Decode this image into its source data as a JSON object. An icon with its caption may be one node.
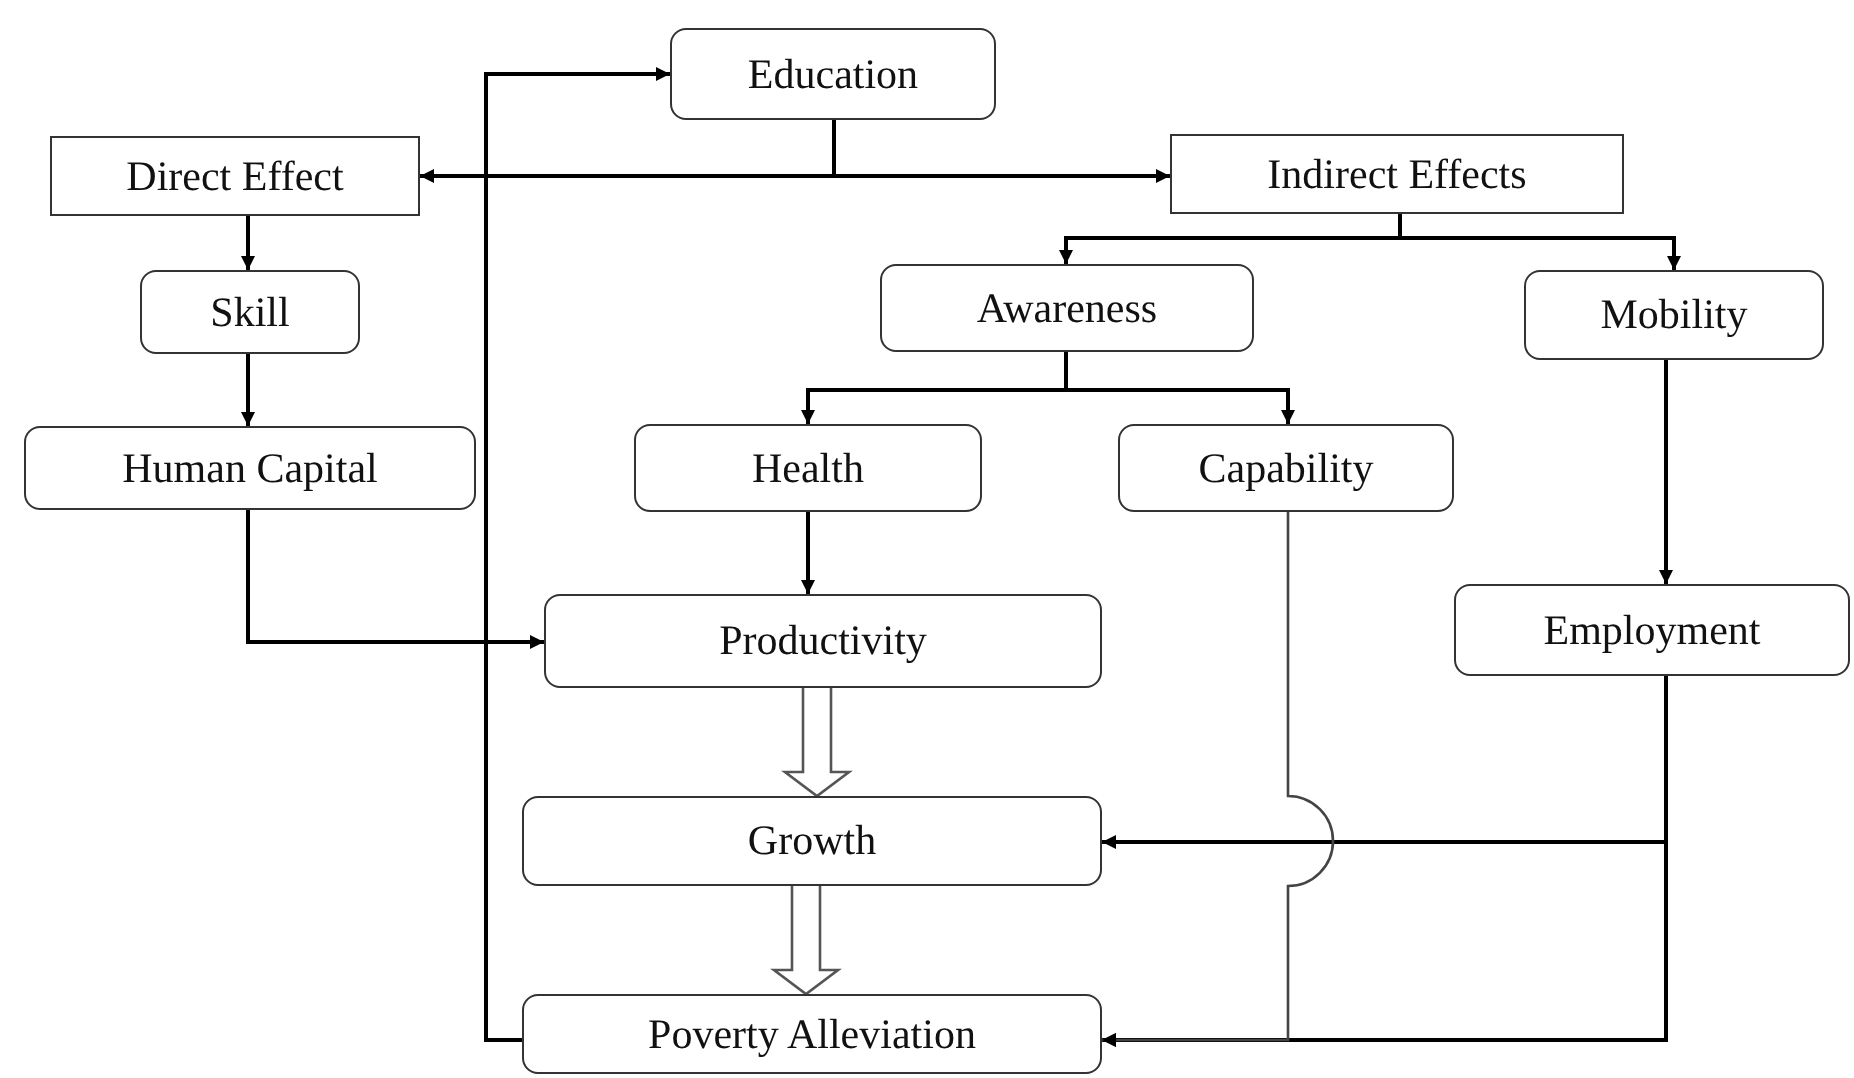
{
  "diagram": {
    "nodes": [
      {
        "text": [
          "Education"
        ]
      },
      {
        "text": [
          "Direct Effect"
        ]
      },
      {
        "text": [
          "Indirect Effects"
        ]
      },
      {
        "text": [
          "Skill"
        ]
      },
      {
        "text": [
          "Awareness"
        ]
      },
      {
        "text": [
          "Mobility"
        ]
      },
      {
        "text": [
          "Human Capital"
        ]
      },
      {
        "text": [
          "Health"
        ]
      },
      {
        "text": [
          "Capability"
        ]
      },
      {
        "text": [
          "Productivity"
        ]
      },
      {
        "text": [
          "Employment"
        ]
      },
      {
        "text": [
          "Growth"
        ]
      },
      {
        "text": [
          "Poverty Alleviation"
        ]
      }
    ],
    "edges": [
      {
        "from": 0,
        "to": 1,
        "arrow": "to"
      },
      {
        "from": 0,
        "to": 2,
        "arrow": "to"
      },
      {
        "from": 1,
        "to": 3,
        "arrow": "to"
      },
      {
        "from": 3,
        "to": 6,
        "arrow": "to"
      },
      {
        "from": 2,
        "to": 4,
        "arrow": "to"
      },
      {
        "from": 2,
        "to": 5,
        "arrow": "to"
      },
      {
        "from": 4,
        "to": 7,
        "arrow": "to"
      },
      {
        "from": 4,
        "to": 8,
        "arrow": "to"
      },
      {
        "from": 7,
        "to": 9,
        "arrow": "to"
      },
      {
        "from": 6,
        "to": 9,
        "arrow": "to"
      },
      {
        "from": 5,
        "to": 10,
        "arrow": "to"
      },
      {
        "from": 9,
        "to": 11,
        "arrow": "to",
        "style": "thick"
      },
      {
        "from": 11,
        "to": 12,
        "arrow": "to",
        "style": "thick"
      },
      {
        "from": 10,
        "to": 11,
        "arrow": "to"
      },
      {
        "from": 10,
        "to": 12,
        "arrow": "to"
      },
      {
        "from": 8,
        "to": 12,
        "arrow": "to"
      },
      {
        "from": 12,
        "to": 0,
        "arrow": "to"
      }
    ]
  }
}
